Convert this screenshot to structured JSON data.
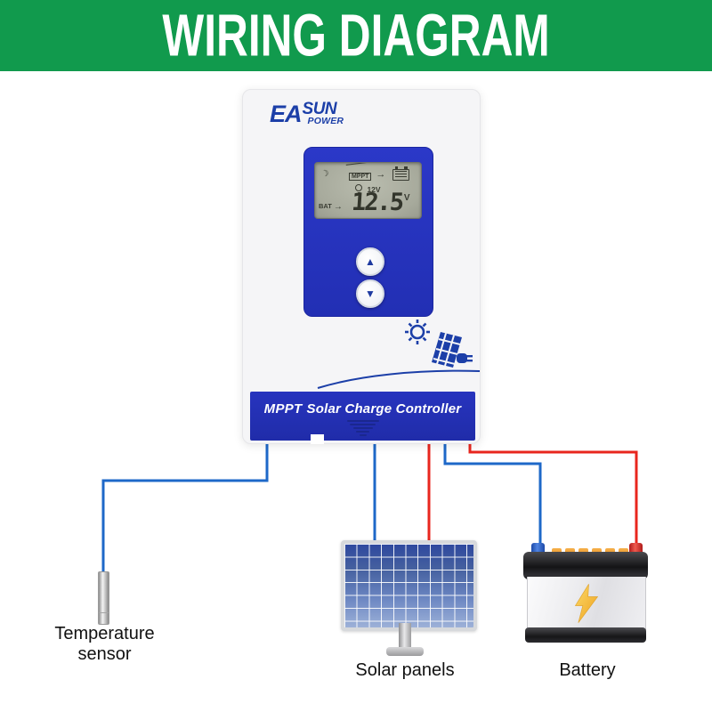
{
  "header": {
    "title": "WIRING DIAGRAM"
  },
  "controller": {
    "brand": {
      "part1": "EA",
      "part2": "SUN",
      "part3": "POWER"
    },
    "lcd": {
      "moon": "☽",
      "mppt_tag": "MPPT",
      "flow_arrow": "→",
      "bulb_value": "12V",
      "bat_tag": "BAT",
      "bat_arrow": "→",
      "voltage": "12.5",
      "unit": "V"
    },
    "buttons": {
      "up": "▲",
      "down": "▼"
    },
    "footer": {
      "bold": "MPPT",
      "rest": "Solar Charge Controller"
    }
  },
  "labels": {
    "temperature_sensor_line1": "Temperature",
    "temperature_sensor_line2": "sensor",
    "solar_panels": "Solar panels",
    "battery": "Battery"
  },
  "icons": {
    "moon": "moon-icon",
    "bulb": "bulb-icon",
    "lcd_battery": "battery-icon",
    "up": "up-arrow-icon",
    "down": "down-arrow-icon",
    "sun_panel_plug": "sun-solar-plug-icon",
    "lightning": "lightning-icon"
  },
  "colors": {
    "banner_green": "#119A4D",
    "brand_blue": "#1C3FA8",
    "panel_blue": "#2733C2",
    "bar_blue": "#222DB0",
    "wire_blue": "#1E68C8",
    "wire_red": "#E8261E"
  }
}
